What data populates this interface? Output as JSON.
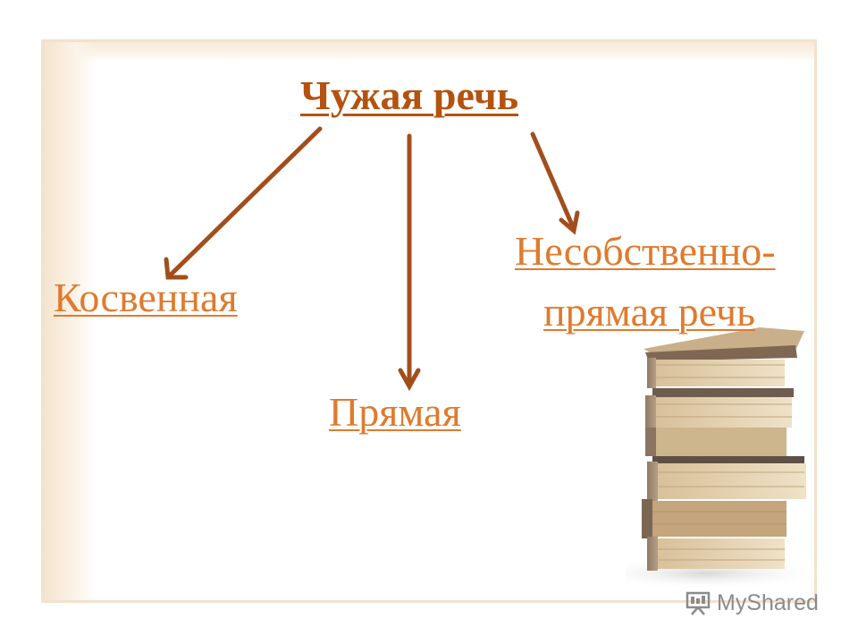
{
  "diagram": {
    "title": "Чужая речь",
    "nodes": {
      "indirect": "Косвенная",
      "direct": "Прямая",
      "improper_direct_line1": "Несобственно-",
      "improper_direct_line2": "прямая речь"
    },
    "edges": [
      {
        "from": "title",
        "to": "indirect"
      },
      {
        "from": "title",
        "to": "direct"
      },
      {
        "from": "title",
        "to": "improper_direct"
      }
    ]
  },
  "watermark": {
    "text": "MyShared",
    "icon": "presentation-icon"
  },
  "colors": {
    "title": "#b4520f",
    "link": "#e07a2e",
    "arrow": "#a24e1c",
    "frame": "#f2e2cc"
  }
}
